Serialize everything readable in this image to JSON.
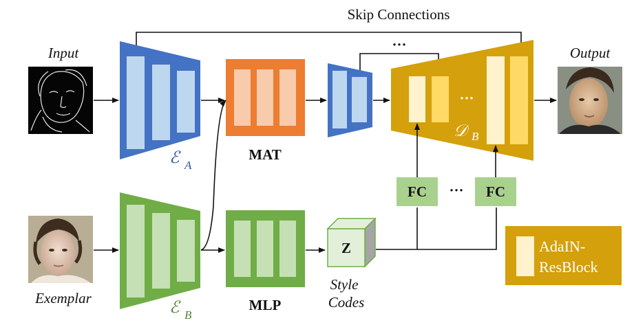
{
  "title": "Skip Connections",
  "labels": {
    "input": "Input",
    "exemplar": "Exemplar",
    "output": "Output",
    "encoder_a": "ℰ",
    "encoder_a_sub": "A",
    "encoder_b": "ℰ",
    "encoder_b_sub": "B",
    "decoder": "𝒟",
    "decoder_sub": "B",
    "mat": "MAT",
    "mlp": "MLP",
    "style_line1": "Style",
    "style_line2": "Codes",
    "z": "Z",
    "fc1": "FC",
    "fc2": "FC",
    "ellipsis_top": "···",
    "ellipsis_fc": "···",
    "ellipsis_dec": "···",
    "legend_line1": "AdaIN-",
    "legend_line2": "ResBlock"
  },
  "colors": {
    "encoder_a": "#4472c4",
    "encoder_b": "#70ad47",
    "mat": "#ed7d31",
    "mlp": "#70ad47",
    "decoder": "#d4a00b",
    "fc": "#a9d18e",
    "legend": "#d4a00b"
  },
  "icons": {
    "input_image": "sketch-portrait",
    "exemplar_image": "painted-portrait-woman",
    "output_image": "painted-portrait-man"
  }
}
